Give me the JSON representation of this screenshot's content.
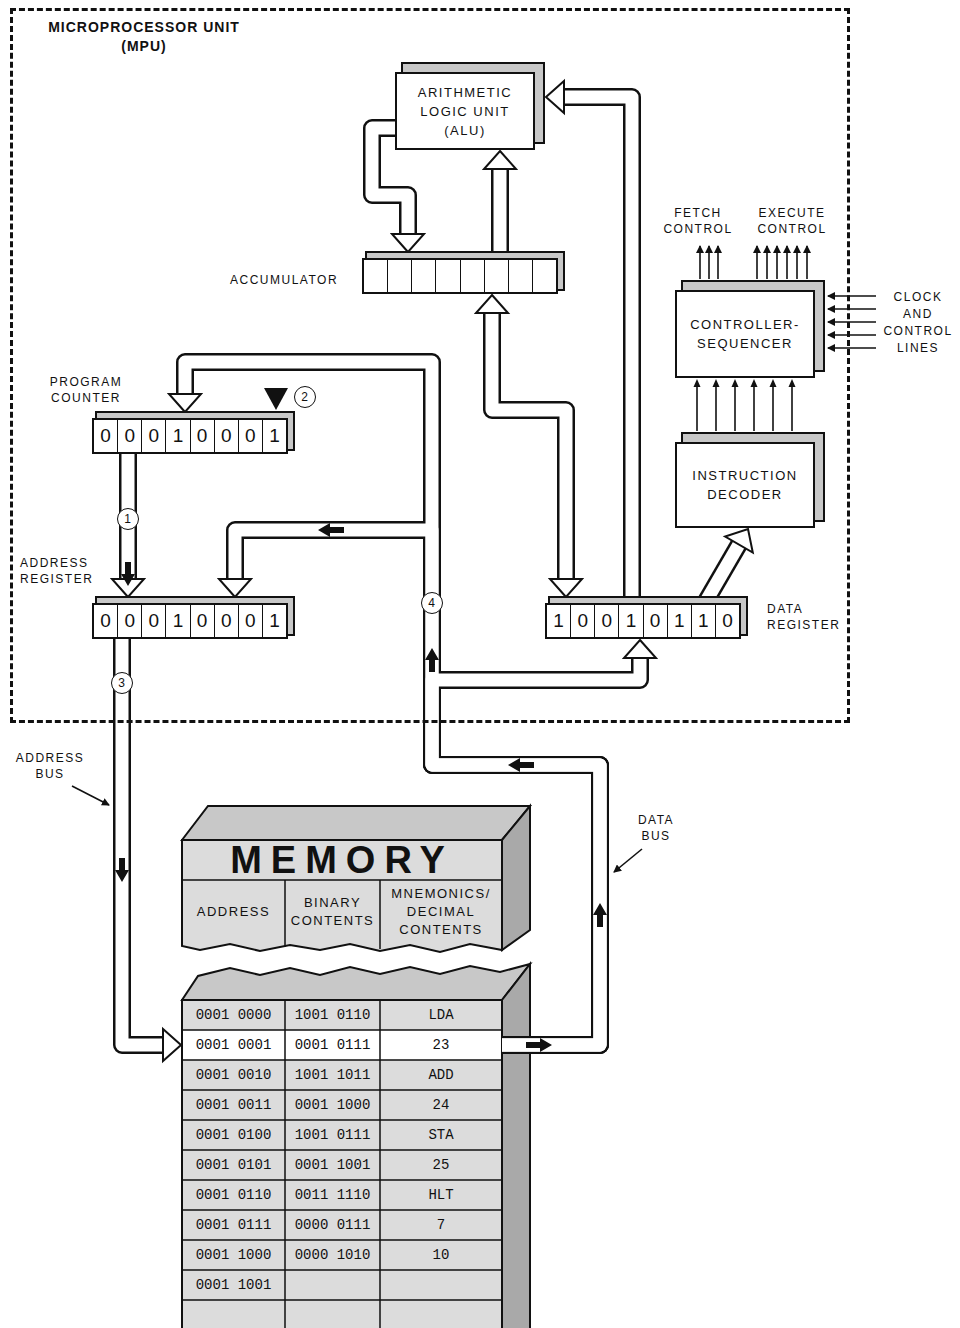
{
  "diagram": {
    "nodes": [
      {
        "text": [
          "MICROPROCESSOR UNIT (MPU)"
        ]
      },
      {
        "text": [
          "ARITHMETIC LOGIC UNIT (ALU)"
        ],
        "in": 0
      },
      {
        "text": [
          "ACCUMULATOR"
        ],
        "in": 0
      },
      {
        "text": [
          "CONTROLLER- SEQUENCER"
        ],
        "in": 0
      },
      {
        "text": [
          "PROGRAM COUNTER",
          "0",
          "0",
          "0",
          "1",
          "0",
          "0",
          "0",
          "1"
        ],
        "in": 0
      },
      {
        "text": [
          "INSTRUCTION DECODER"
        ],
        "in": 0
      },
      {
        "text": [
          "ADDRESS REGISTER",
          "0",
          "0",
          "0",
          "1",
          "0",
          "0",
          "0",
          "1"
        ],
        "in": 0
      },
      {
        "text": [
          "DATA REGISTER",
          "1",
          "0",
          "0",
          "1",
          "0",
          "1",
          "1",
          "0"
        ],
        "in": 0
      },
      {
        "text": [
          "MEMORY",
          "ADDRESS",
          "BINARY CONTENTS",
          "MNEMONICS/ DECIMAL CONTENTS"
        ]
      }
    ],
    "edges": [
      {
        "from": 1,
        "to": 2,
        "arrow": "to"
      },
      {
        "from": 2,
        "to": 1,
        "arrow": "to"
      },
      {
        "from": 7,
        "to": 1,
        "arrow": "to"
      },
      {
        "from": 2,
        "to": 7,
        "arrow": "both"
      },
      {
        "from": 7,
        "to": 5,
        "arrow": "to"
      },
      {
        "from": 5,
        "to": 3,
        "arrow": "to"
      },
      {
        "from": 4,
        "to": 6,
        "arrow": "to"
      },
      {
        "from": 6,
        "to": 8,
        "arrow": "to"
      },
      {
        "from": 8,
        "to": 7,
        "arrow": "to"
      },
      {
        "from": 8,
        "to": 6,
        "arrow": "to"
      },
      {
        "from": 8,
        "to": 4,
        "arrow": "to"
      }
    ],
    "labels": [
      "FETCH CONTROL",
      "EXECUTE CONTROL",
      "CLOCK AND CONTROL LINES",
      "ADDRESS BUS",
      "DATA BUS",
      "1",
      "2",
      "3",
      "4",
      "0001 0000",
      "1001 0110",
      "LDA",
      "0001 0001",
      "0001 0111",
      "23",
      "0001 0010",
      "1001 1011",
      "ADD",
      "0001 0011",
      "0001 1000",
      "24",
      "0001 0100",
      "1001 0111",
      "STA",
      "0001 0101",
      "0001 1001",
      "25",
      "0001 0110",
      "0011 1110",
      "HLT",
      "0001 0111",
      "0000 0111",
      "7",
      "0001 1000",
      "0000 1010",
      "10",
      "0001 1001"
    ]
  }
}
